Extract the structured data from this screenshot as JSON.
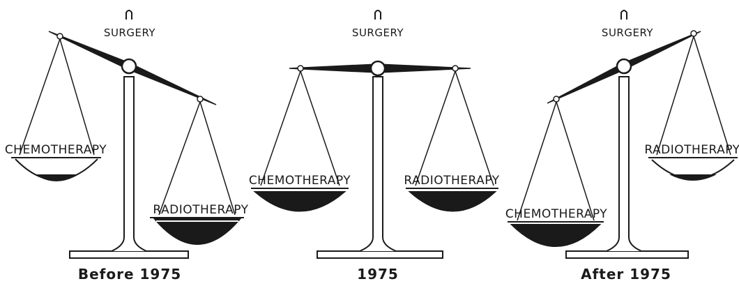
{
  "figure": {
    "panels": [
      {
        "id": "before-1975",
        "caption": "Before 1975",
        "top_label": "SURGERY",
        "left_pan_label": "CHEMOTHERAPY",
        "right_pan_label": "RADIOTHERAPY",
        "heavier_side": "right"
      },
      {
        "id": "1975",
        "caption": "1975",
        "top_label": "SURGERY",
        "left_pan_label": "CHEMOTHERAPY",
        "right_pan_label": "RADIOTHERAPY",
        "heavier_side": "balanced"
      },
      {
        "id": "after-1975",
        "caption": "After 1975",
        "top_label": "SURGERY",
        "left_pan_label": "CHEMOTHERAPY",
        "right_pan_label": "RADIOTHERAPY",
        "heavier_side": "left"
      }
    ],
    "colors": {
      "ink": "#1a1a1a",
      "fill": "#222222",
      "paper": "#ffffff"
    }
  }
}
